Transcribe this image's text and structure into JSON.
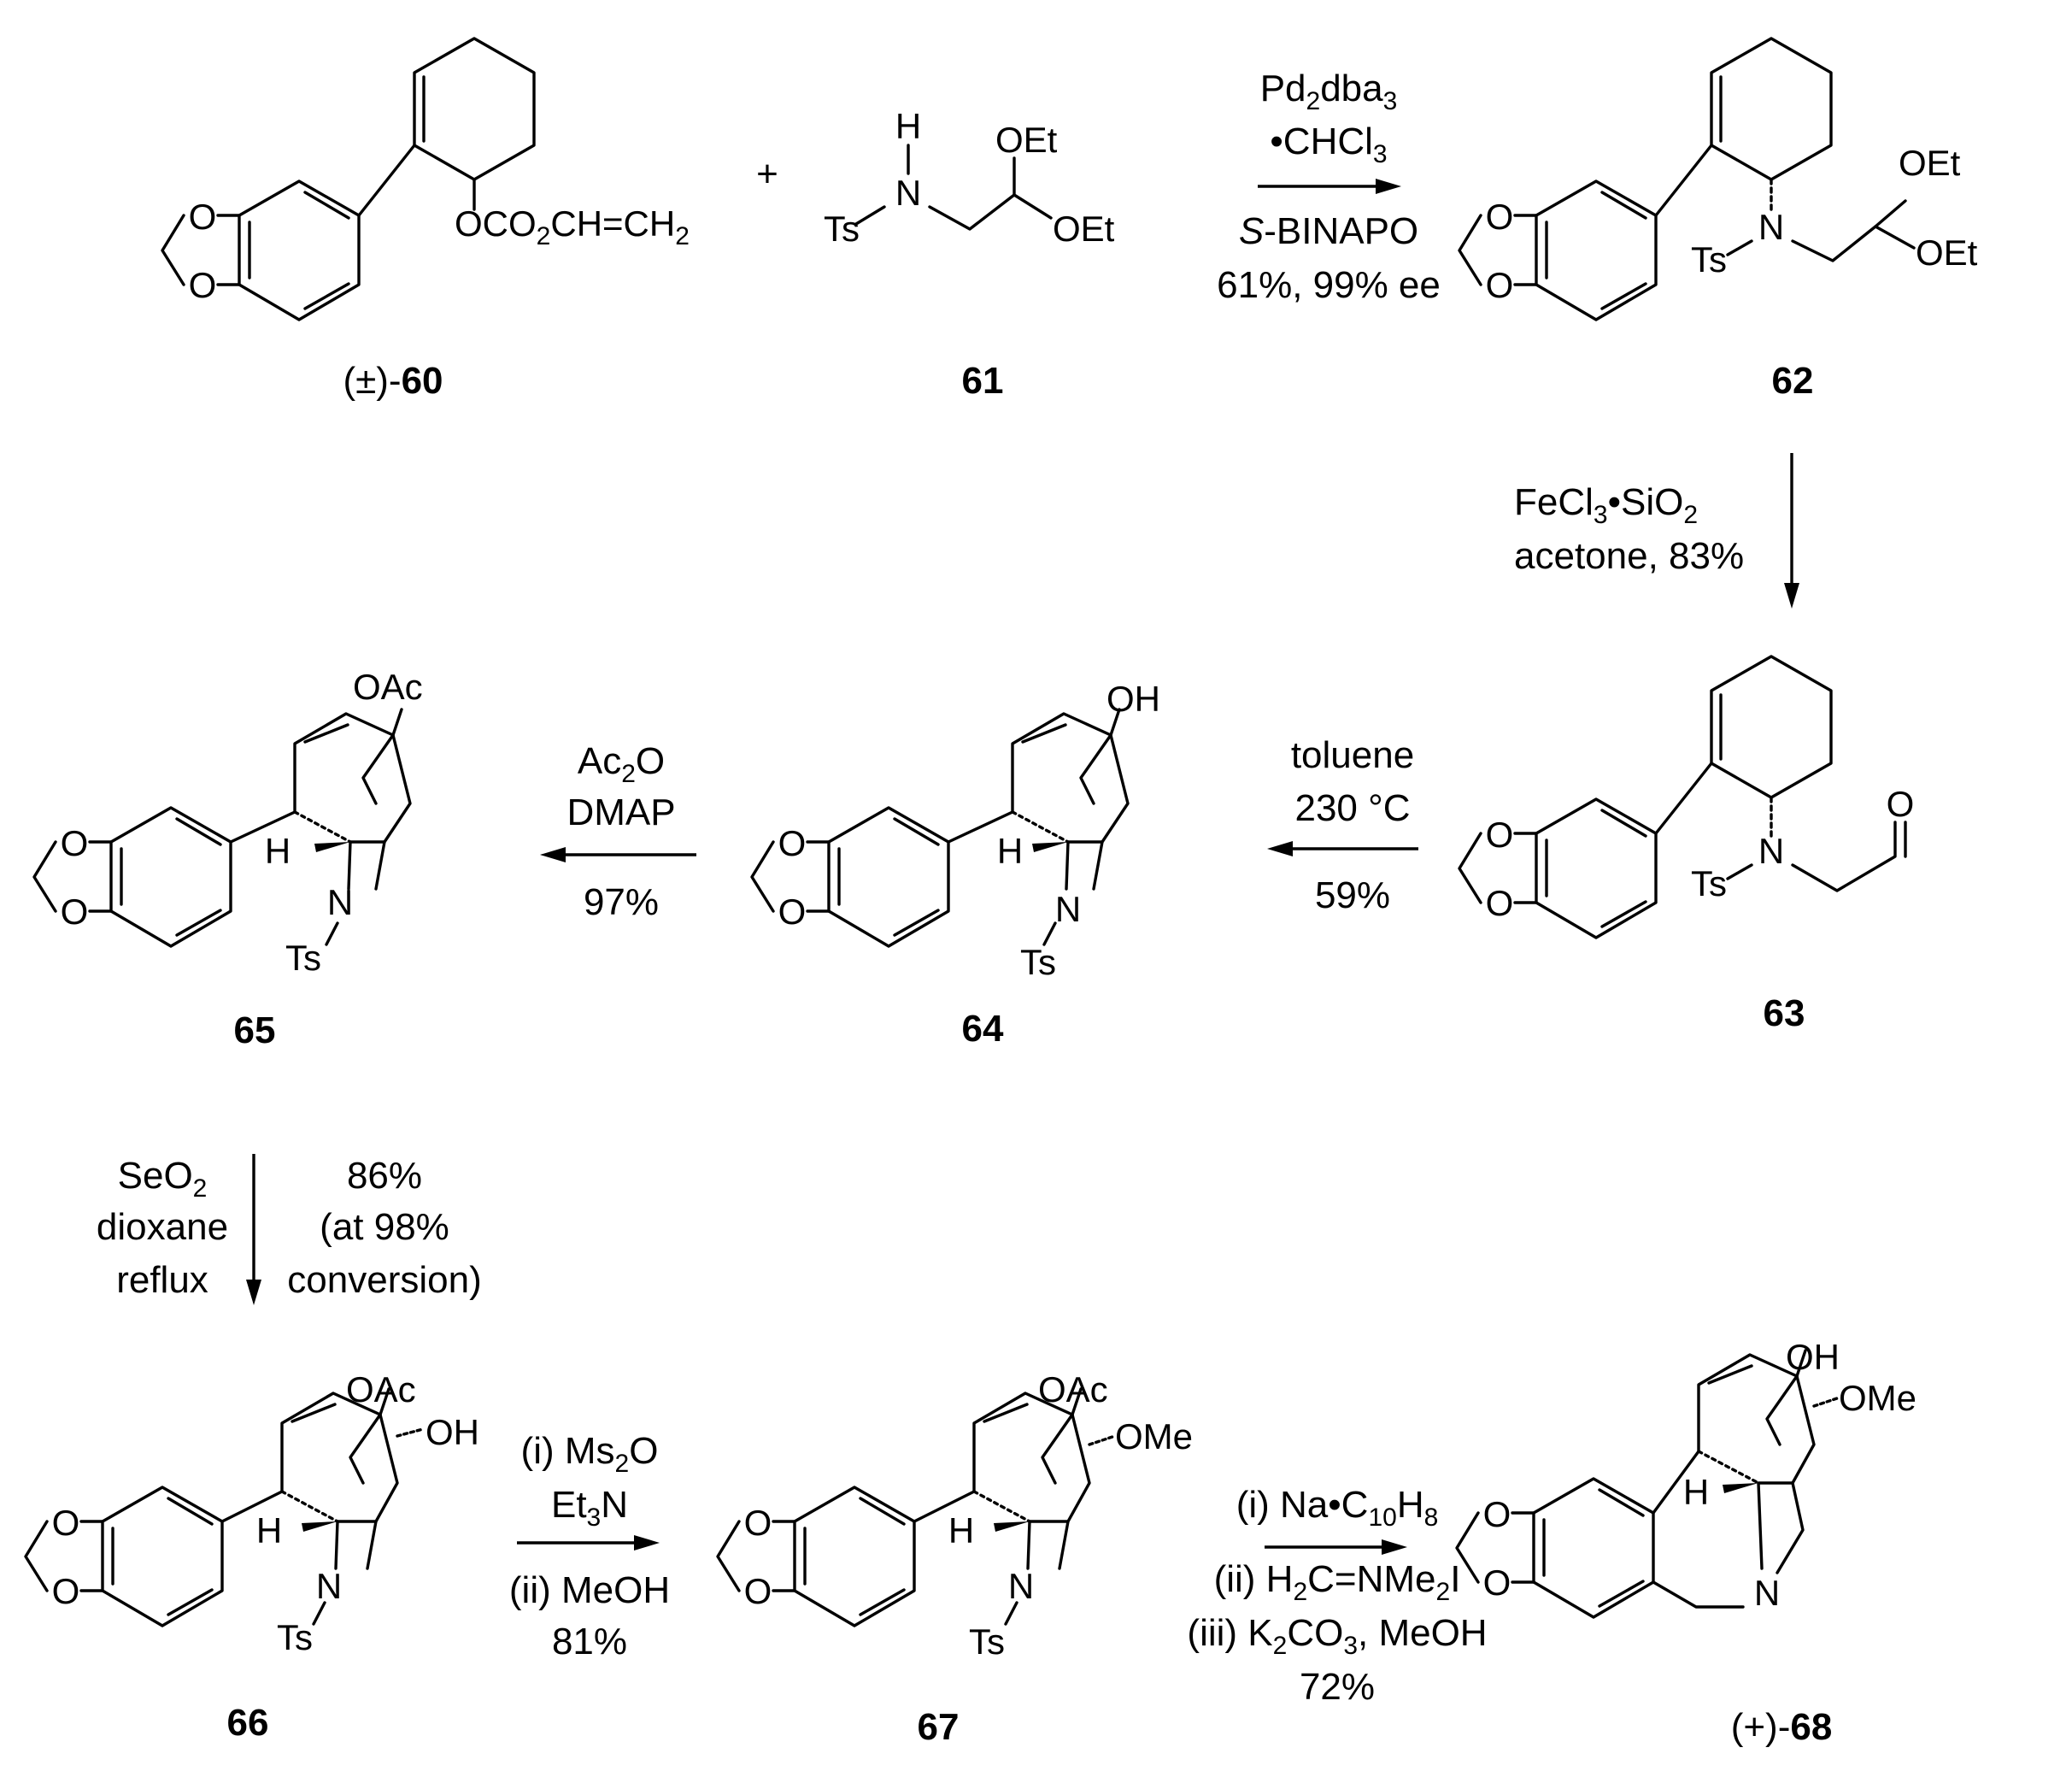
{
  "compounds": [
    {
      "id": "60",
      "prefix": "(±)-",
      "number": "60",
      "substituents": [
        {
          "text": "O"
        },
        {
          "text": "O"
        },
        {
          "parts": [
            [
              "OCO",
              "n"
            ],
            [
              "2",
              "sub"
            ],
            [
              "CH=CH",
              "n"
            ],
            [
              "2",
              "sub"
            ]
          ]
        }
      ]
    },
    {
      "id": "61",
      "prefix": "",
      "number": "61",
      "substituents": [
        {
          "text": "H"
        },
        {
          "text": "N"
        },
        {
          "text": "Ts"
        },
        {
          "text": "OEt"
        },
        {
          "text": "OEt"
        }
      ]
    },
    {
      "id": "62",
      "prefix": "",
      "number": "62",
      "substituents": [
        {
          "text": "O"
        },
        {
          "text": "O"
        },
        {
          "text": "N"
        },
        {
          "text": "Ts"
        },
        {
          "text": "OEt"
        },
        {
          "text": "OEt"
        }
      ]
    },
    {
      "id": "63",
      "prefix": "",
      "number": "63",
      "substituents": [
        {
          "text": "O"
        },
        {
          "text": "O"
        },
        {
          "text": "N"
        },
        {
          "text": "Ts"
        },
        {
          "text": "O"
        }
      ]
    },
    {
      "id": "64",
      "prefix": "",
      "number": "64",
      "substituents": [
        {
          "text": "O"
        },
        {
          "text": "O"
        },
        {
          "text": "OH"
        },
        {
          "text": "H"
        },
        {
          "text": "N"
        },
        {
          "text": "Ts"
        }
      ]
    },
    {
      "id": "65",
      "prefix": "",
      "number": "65",
      "substituents": [
        {
          "text": "O"
        },
        {
          "text": "O"
        },
        {
          "text": "OAc"
        },
        {
          "text": "H"
        },
        {
          "text": "N"
        },
        {
          "text": "Ts"
        }
      ]
    },
    {
      "id": "66",
      "prefix": "",
      "number": "66",
      "substituents": [
        {
          "text": "O"
        },
        {
          "text": "O"
        },
        {
          "text": "OAc"
        },
        {
          "text": "OH"
        },
        {
          "text": "H"
        },
        {
          "text": "N"
        },
        {
          "text": "Ts"
        }
      ]
    },
    {
      "id": "67",
      "prefix": "",
      "number": "67",
      "substituents": [
        {
          "text": "O"
        },
        {
          "text": "O"
        },
        {
          "text": "OAc"
        },
        {
          "text": "OMe"
        },
        {
          "text": "H"
        },
        {
          "text": "N"
        },
        {
          "text": "Ts"
        }
      ]
    },
    {
      "id": "68",
      "prefix": "(+)-",
      "number": "68",
      "substituents": [
        {
          "text": "O"
        },
        {
          "text": "O"
        },
        {
          "text": "OH"
        },
        {
          "text": "OMe"
        },
        {
          "text": "H"
        },
        {
          "text": "N"
        }
      ]
    }
  ],
  "plus_sign": "+",
  "steps": [
    {
      "id": "step1",
      "from": "60 + 61",
      "to": "62",
      "lines": [
        [
          [
            "Pd",
            "n"
          ],
          [
            "2",
            "sub"
          ],
          [
            "dba",
            "n"
          ],
          [
            "3",
            "sub"
          ]
        ],
        [
          [
            "•CHCl",
            "n"
          ],
          [
            "3",
            "sub"
          ]
        ],
        [
          [
            "S",
            "i"
          ],
          [
            "-BINAPO",
            "n"
          ]
        ],
        [
          [
            "61%, 99% ee",
            "n"
          ]
        ]
      ]
    },
    {
      "id": "step2",
      "from": "62",
      "to": "63",
      "lines": [
        [
          [
            "FeCl",
            "n"
          ],
          [
            "3",
            "sub"
          ],
          [
            "•SiO",
            "n"
          ],
          [
            "2",
            "sub"
          ]
        ],
        [
          [
            "acetone, 83%",
            "n"
          ]
        ]
      ]
    },
    {
      "id": "step3",
      "from": "63",
      "to": "64",
      "lines": [
        [
          [
            "toluene",
            "n"
          ]
        ],
        [
          [
            "230 °C",
            "n"
          ]
        ],
        [
          [
            "59%",
            "n"
          ]
        ]
      ]
    },
    {
      "id": "step4",
      "from": "64",
      "to": "65",
      "lines": [
        [
          [
            "Ac",
            "n"
          ],
          [
            "2",
            "sub"
          ],
          [
            "O",
            "n"
          ]
        ],
        [
          [
            "DMAP",
            "n"
          ]
        ],
        [
          [
            "97%",
            "n"
          ]
        ]
      ]
    },
    {
      "id": "step5",
      "from": "65",
      "to": "66",
      "lines": [
        [
          [
            "SeO",
            "n"
          ],
          [
            "2",
            "sub"
          ]
        ],
        [
          [
            "dioxane",
            "n"
          ]
        ],
        [
          [
            "reflux",
            "n"
          ]
        ],
        [
          [
            "86%",
            "n"
          ]
        ],
        [
          [
            "(at 98%",
            "n"
          ]
        ],
        [
          [
            "conversion)",
            "n"
          ]
        ]
      ]
    },
    {
      "id": "step6",
      "from": "66",
      "to": "67",
      "lines": [
        [
          [
            "(i) Ms",
            "n"
          ],
          [
            "2",
            "sub"
          ],
          [
            "O",
            "n"
          ]
        ],
        [
          [
            "Et",
            "n"
          ],
          [
            "3",
            "sub"
          ],
          [
            "N",
            "n"
          ]
        ],
        [
          [
            "(ii) MeOH",
            "n"
          ]
        ],
        [
          [
            "81%",
            "n"
          ]
        ]
      ]
    },
    {
      "id": "step7",
      "from": "67",
      "to": "68",
      "lines": [
        [
          [
            "(i) Na•C",
            "n"
          ],
          [
            "10",
            "sub"
          ],
          [
            "H",
            "n"
          ],
          [
            "8",
            "sub"
          ]
        ],
        [
          [
            "(ii) H",
            "n"
          ],
          [
            "2",
            "sub"
          ],
          [
            "C=NMe",
            "n"
          ],
          [
            "2",
            "sub"
          ],
          [
            "I",
            "n"
          ]
        ],
        [
          [
            "(iii) K",
            "n"
          ],
          [
            "2",
            "sub"
          ],
          [
            "CO",
            "n"
          ],
          [
            "3",
            "sub"
          ],
          [
            ", MeOH",
            "n"
          ]
        ],
        [
          [
            "72%",
            "n"
          ]
        ]
      ]
    }
  ]
}
